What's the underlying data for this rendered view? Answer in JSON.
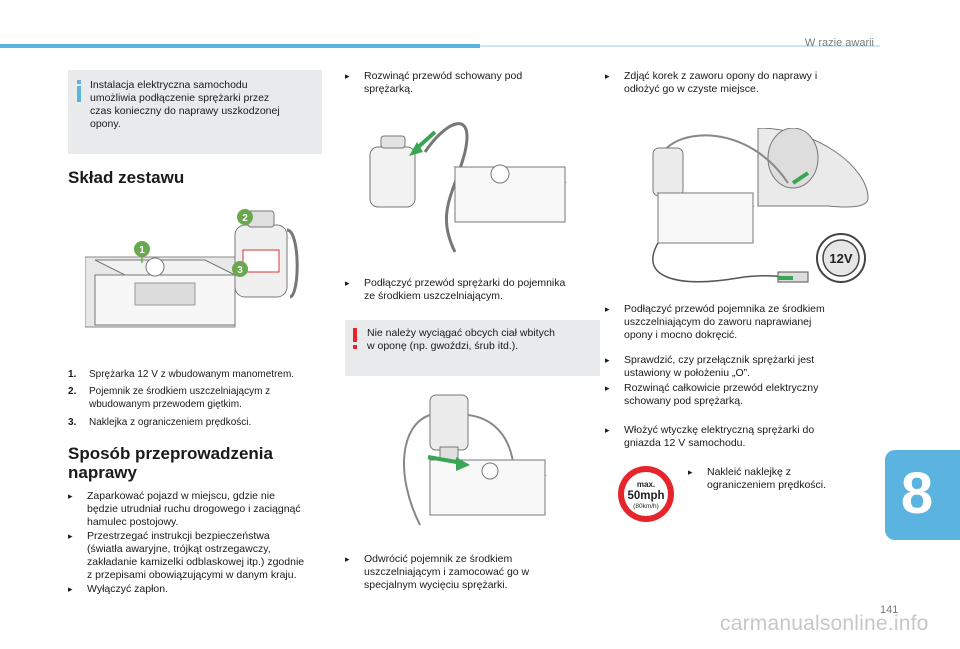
{
  "header": {
    "section_title": "W razie awarii"
  },
  "left": {
    "info_text": "Instalacja elektryczna samochodu umożliwia podłączenie sprężarki przez czas konieczny do naprawy uszkodzonej opony.",
    "info_lines": [
      "Instalacja elektryczna samochodu",
      "umożliwia podłączenie sprężarki przez",
      "czas konieczny do naprawy uszkodzonej",
      "opony."
    ],
    "kit_heading": "Skład zestawu",
    "kit_items": [
      {
        "num": "1.",
        "lines": [
          "Sprężarka 12 V z wbudowanym manometrem."
        ]
      },
      {
        "num": "2.",
        "lines": [
          "Pojemnik ze środkiem uszczelniającym z",
          "wbudowanym przewodem giętkim."
        ]
      },
      {
        "num": "3.",
        "lines": [
          "Naklejka z ograniczeniem prędkości."
        ]
      }
    ],
    "repair_heading_lines": [
      "Sposób przeprowadzenia",
      "naprawy"
    ],
    "repair_bullets": [
      {
        "lines": [
          "Zaparkować pojazd w miejscu, gdzie nie",
          "będzie utrudniał ruchu drogowego i zaciągnąć",
          "hamulec postojowy."
        ]
      },
      {
        "lines": [
          "Przestrzegać instrukcji bezpieczeństwa",
          "(światła awaryjne, trójkąt ostrzegawczy,",
          "zakładanie kamizelki odblaskowej itp.) zgodnie",
          "z przepisami obowiązującymi w danym kraju."
        ]
      },
      {
        "lines": [
          "Wyłączyć zapłon."
        ]
      }
    ],
    "callout_numbers": [
      "1",
      "2",
      "3"
    ]
  },
  "middle": {
    "bullet1_lines": [
      "Rozwinąć przewód schowany pod",
      "sprężarką."
    ],
    "bullet2_lines": [
      "Podłączyć przewód sprężarki do pojemnika",
      "ze środkiem uszczelniającym."
    ],
    "warning_lines": [
      "Nie należy wyciągać obcych ciał wbitych",
      "w oponę (np. gwoździ, śrub itd.)."
    ],
    "bullet3_lines": [
      "Odwrócić pojemnik ze środkiem",
      "uszczelniającym i zamocować go w",
      "specjalnym wycięciu sprężarki."
    ]
  },
  "right": {
    "bullet1_lines": [
      "Zdjąć korek z zaworu opony do naprawy i",
      "odłożyć go w czyste miejsce."
    ],
    "socket_label": "12V",
    "bullet2_lines": [
      "Podłączyć przewód pojemnika ze środkiem",
      "uszczelniającym do zaworu naprawianej",
      "opony i mocno dokręcić."
    ],
    "bullet3_lines": [
      "Sprawdzić, czy przełącznik sprężarki jest",
      "ustawiony w położeniu „O”."
    ],
    "bullet4_lines": [
      "Rozwinąć całkowicie przewód elektryczny",
      "schowany pod sprężarką."
    ],
    "bullet5_lines": [
      "Włożyć wtyczkę elektryczną sprężarki do",
      "gniazda 12 V samochodu."
    ],
    "sticker": {
      "top": "max.",
      "main": "50mph",
      "sub": "(80km/h)"
    },
    "bullet6_lines": [
      "Nakleić naklejkę z",
      "ograniczeniem prędkości."
    ]
  },
  "footer": {
    "chapter": "8",
    "page": "141",
    "watermark": "carmanualsonline.info"
  },
  "colors": {
    "accent": "#5bb3df",
    "warning": "#e5252b",
    "box_bg": "#e9eaeb",
    "arrow_green": "#3aa655",
    "callout_green": "#6aa84f"
  }
}
